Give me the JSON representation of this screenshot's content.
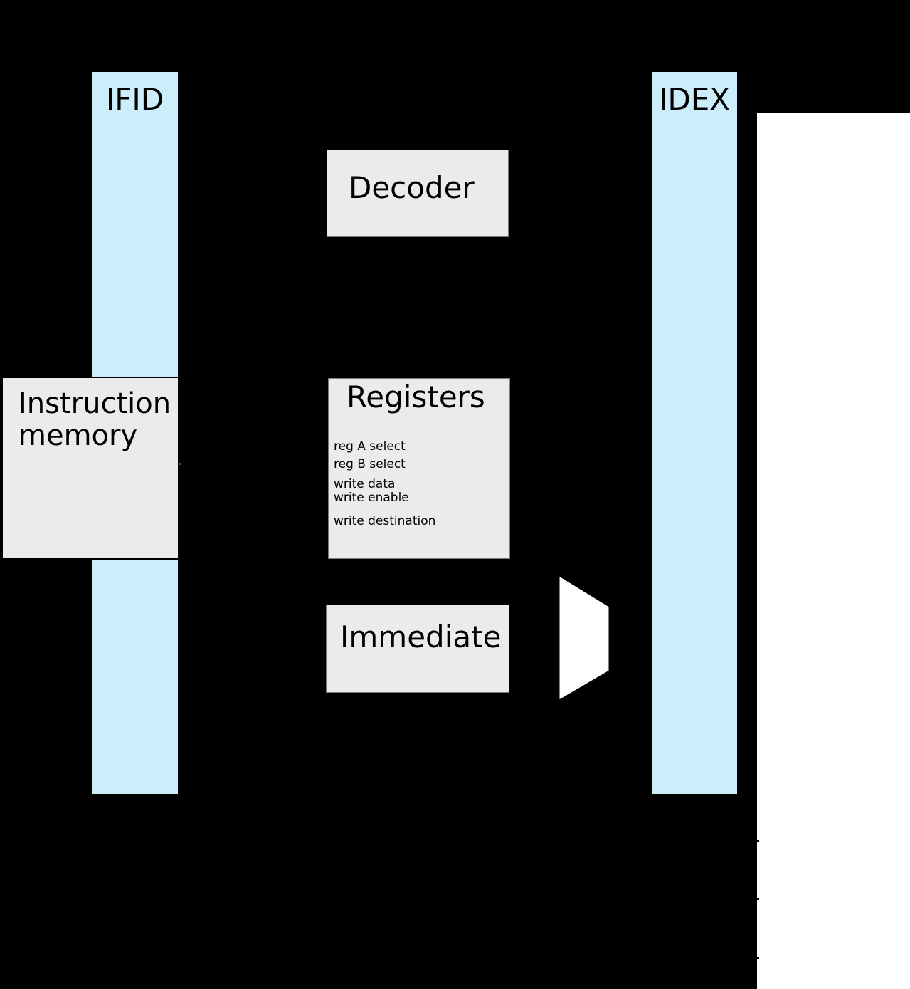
{
  "colors": {
    "background": "#000000",
    "page_white": "#ffffff",
    "pipeline_register_fill": "#cceefb",
    "block_fill": "#ebebeb",
    "text": "#000000"
  },
  "ifid": {
    "label": "IFID"
  },
  "idex": {
    "label": "IDEX"
  },
  "instruction_memory": {
    "label": "Instruction memory"
  },
  "decoder": {
    "label": "Decoder"
  },
  "registers": {
    "title": "Registers",
    "ports": {
      "reg_a": "reg A select",
      "reg_b": "reg B select",
      "write_data": "write data",
      "write_enable": "write enable",
      "write_dest": "write destination"
    }
  },
  "immediate": {
    "label": "Immediate"
  }
}
